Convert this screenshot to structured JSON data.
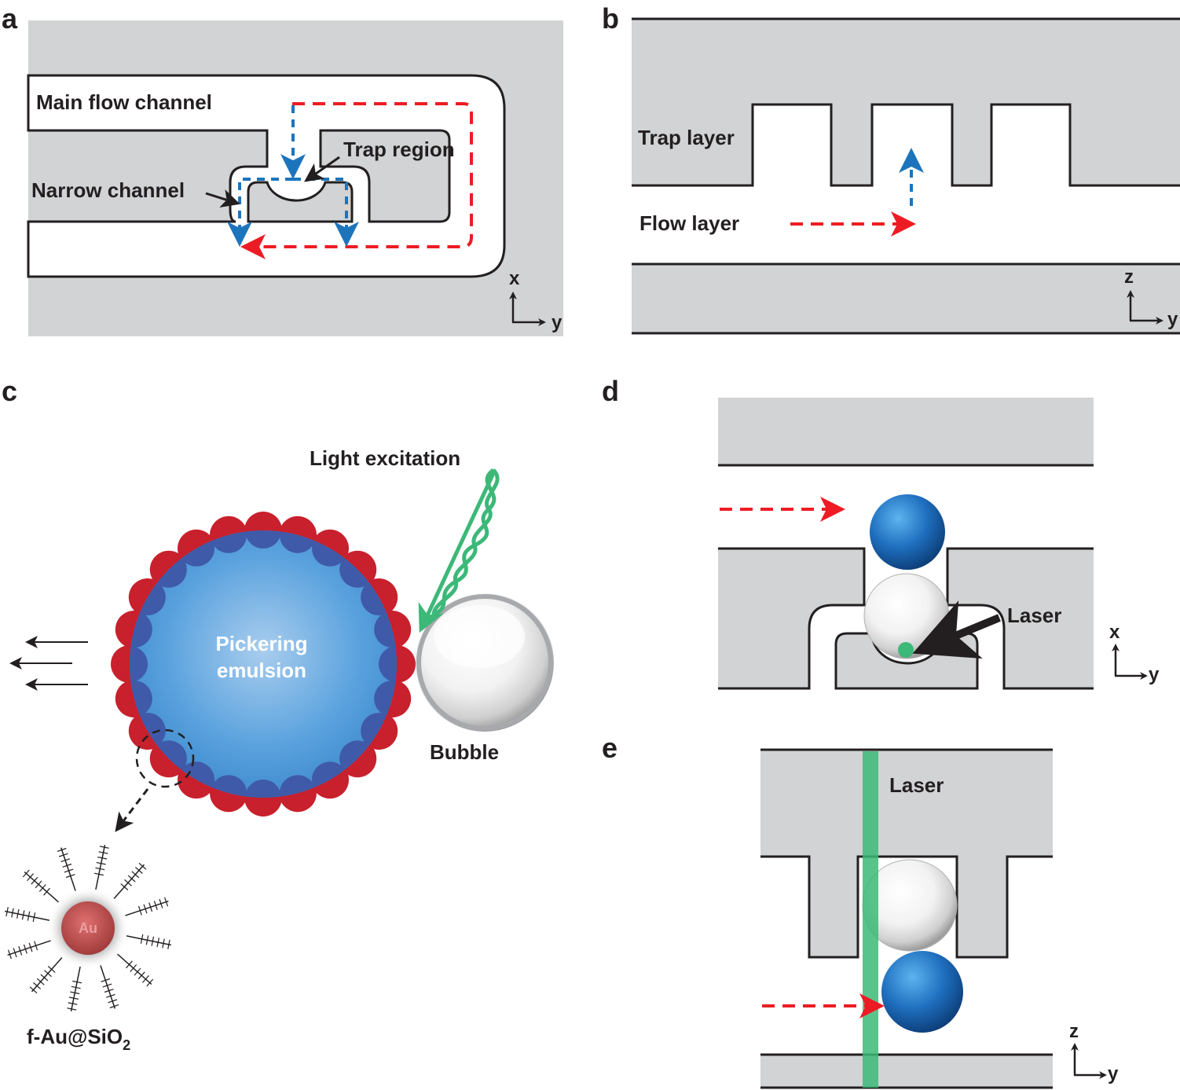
{
  "panels": {
    "a": {
      "letter": "a",
      "main_flow_channel": "Main flow channel",
      "narrow_channel": "Narrow channel",
      "trap_region": "Trap region",
      "axis_vertical": "x",
      "axis_horizontal": "y"
    },
    "b": {
      "letter": "b",
      "trap_layer": "Trap layer",
      "flow_layer": "Flow layer",
      "axis_vertical": "z",
      "axis_horizontal": "y"
    },
    "c": {
      "letter": "c",
      "light_excitation": "Light excitation",
      "pickering_line1": "Pickering",
      "pickering_line2": "emulsion",
      "bubble": "Bubble",
      "au": "Au",
      "particle_main": "f-Au@SiO",
      "particle_sub": "2"
    },
    "d": {
      "letter": "d",
      "laser": "Laser",
      "axis_vertical": "x",
      "axis_horizontal": "y"
    },
    "e": {
      "letter": "e",
      "laser": "Laser",
      "axis_vertical": "z",
      "axis_horizontal": "y"
    }
  },
  "colors": {
    "wall_gray": "#d1d3d4",
    "outline": "#231f20",
    "flow_red": "#ed1c24",
    "flow_blue": "#1c75bc",
    "laser_green": "#3cb878",
    "particle_red": "#c8202d",
    "droplet_blue": "#4a9ad8"
  },
  "icons": [
    "arrow-right-icon",
    "arrow-up-icon",
    "arrow-down-icon",
    "wave-icon",
    "droplet",
    "bubble",
    "nanoparticle"
  ]
}
